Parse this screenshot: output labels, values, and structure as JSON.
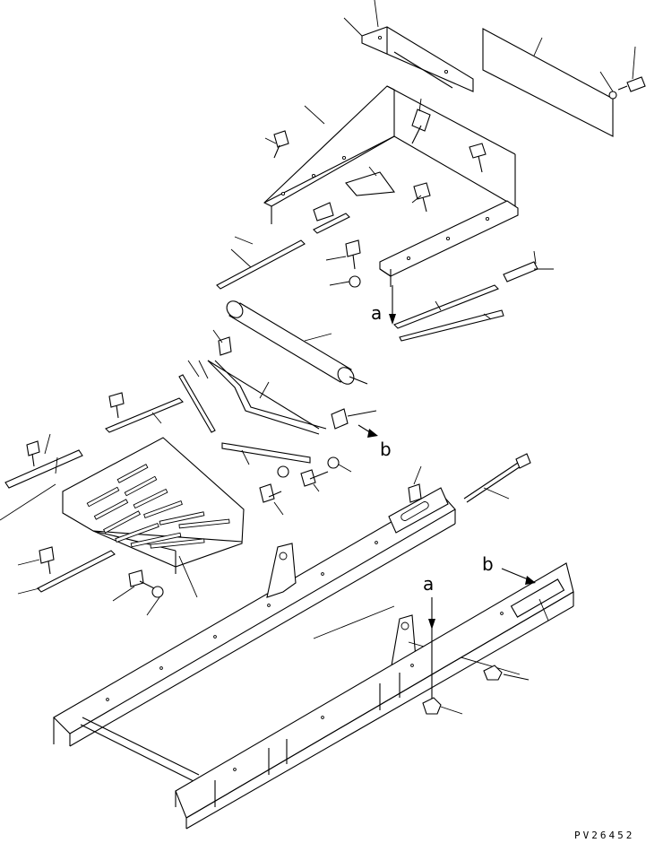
{
  "callouts": {
    "a_upper": "a",
    "b_upper": "b",
    "a_lower": "a",
    "b_lower": "b"
  },
  "drawing_code": "PV26452"
}
